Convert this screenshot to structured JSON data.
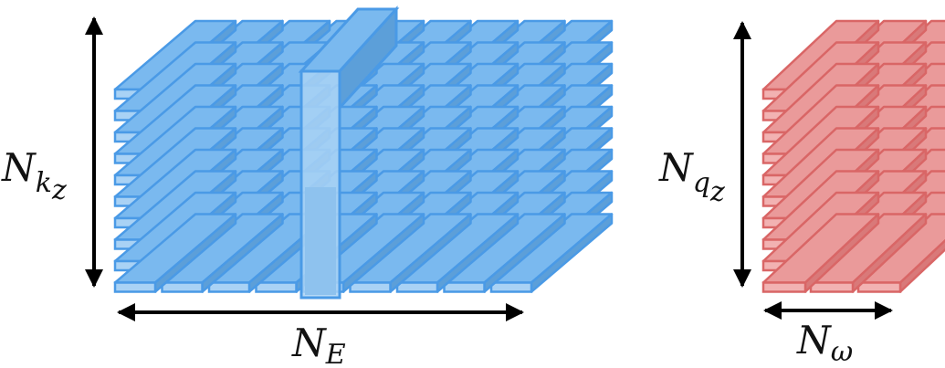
{
  "blue_block": {
    "color_face": "#a9d2f5",
    "color_top": "#7ab9ef",
    "color_side": "#5c9fd9",
    "color_stroke": "#4a9ae6",
    "columns": 9,
    "layers": 10,
    "highlighted_column": 4
  },
  "red_block": {
    "color_face": "#f2b2b2",
    "color_top": "#ea9a9a",
    "color_side": "#d97979",
    "color_stroke": "#d96666",
    "columns": 3,
    "layers": 10
  },
  "labels": {
    "nkz_main": "N",
    "nkz_sub": "k",
    "nkz_subsub": "z",
    "ne_main": "N",
    "ne_sub": "E",
    "nqz_main": "N",
    "nqz_sub": "q",
    "nqz_subsub": "z",
    "nw_main": "N",
    "nw_sub": "ω"
  }
}
